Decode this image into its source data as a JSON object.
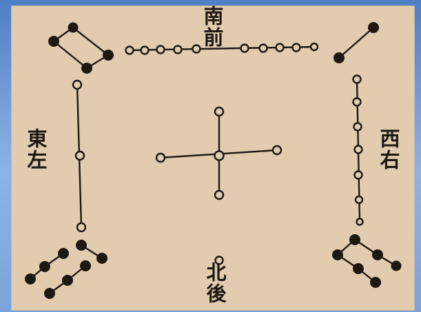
{
  "labels": {
    "south_front": "南前",
    "east_left": "東左",
    "west_right": "西右",
    "north_back": "北後"
  },
  "colors": {
    "paper": "#e1ccaf",
    "ink": "#1e1812",
    "frame": "#6e9ad6"
  }
}
